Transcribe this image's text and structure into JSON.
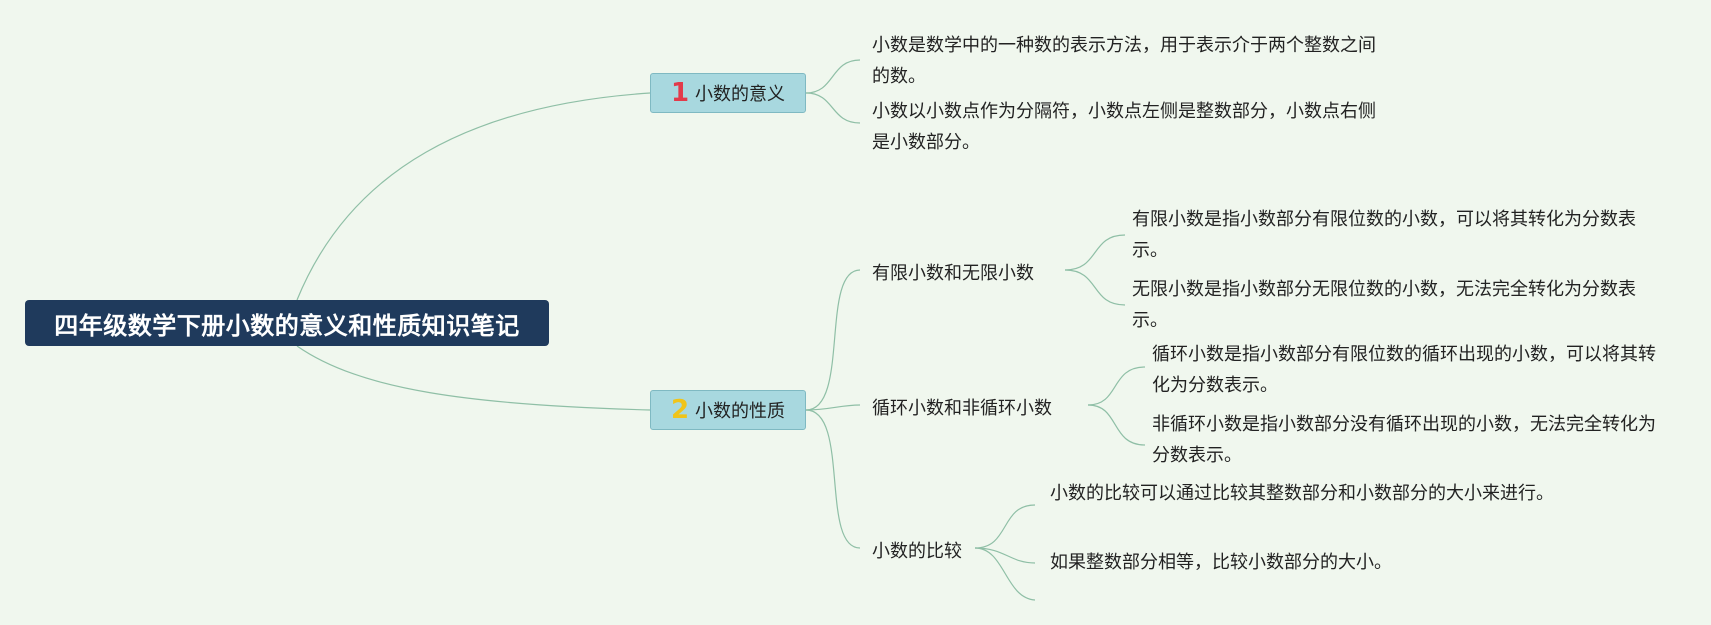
{
  "root": {
    "title": "四年级数学下册小数的意义和性质知识笔记"
  },
  "colors": {
    "line": "#8fbfa6",
    "root_bg": "#1f3a5c",
    "topic_bg": "#a8d8df",
    "background": "#f0f7ee",
    "badge1": "#e23a4a",
    "badge2": "#f0c419"
  },
  "topics": [
    {
      "number": "1",
      "label": "小数的意义",
      "notes": [
        "小数是数学中的一种数的表示方法，用于表示介于两个整数之间的数。",
        "小数以小数点作为分隔符，小数点左侧是整数部分，小数点右侧是小数部分。"
      ]
    },
    {
      "number": "2",
      "label": "小数的性质",
      "subtopics": [
        {
          "label": "有限小数和无限小数",
          "notes": [
            "有限小数是指小数部分有限位数的小数，可以将其转化为分数表示。",
            "无限小数是指小数部分无限位数的小数，无法完全转化为分数表示。"
          ]
        },
        {
          "label": "循环小数和非循环小数",
          "notes": [
            "循环小数是指小数部分有限位数的循环出现的小数，可以将其转化为分数表示。",
            "非循环小数是指小数部分没有循环出现的小数，无法完全转化为分数表示。"
          ]
        },
        {
          "label": "小数的比较",
          "notes": [
            "小数的比较可以通过比较其整数部分和小数部分的大小来进行。",
            "如果整数部分相等，比较小数部分的大小。"
          ]
        }
      ]
    }
  ]
}
